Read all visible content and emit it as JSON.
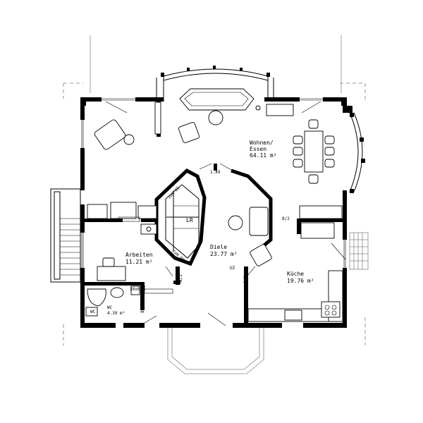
{
  "rooms": [
    {
      "id": "wohnen",
      "name": "Wohnen/\nEssen",
      "name_line1": "Wohnen/",
      "name_line2": "Essen",
      "area": "64.11 m²"
    },
    {
      "id": "arbeiten",
      "name": "Arbeiten",
      "area": "11.21 m²"
    },
    {
      "id": "diele",
      "name": "Diele",
      "area": "23.77 m²"
    },
    {
      "id": "kueche",
      "name": "Küche",
      "area": "19.76 m²"
    },
    {
      "id": "wc",
      "name": "WC",
      "area": "4.39 m²"
    }
  ],
  "labels": {
    "stair_level": "1.49",
    "lr": "LR",
    "zum_kg": "zum KG",
    "zum_og": "zum OG",
    "wc_symbol": "WC",
    "door_8_72": "8/2",
    "door_8_72b": "8/2",
    "door_8_72c": "8/2",
    "door_8_72d": "8/2",
    "uz": "UZ",
    "dim_30x60": "30x60",
    "dim_65": "65"
  }
}
